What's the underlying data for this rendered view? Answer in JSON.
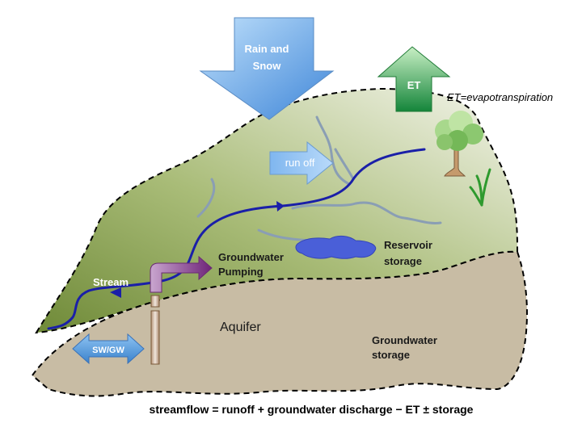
{
  "labels": {
    "rain": [
      "Rain and",
      "Snow"
    ],
    "et": "ET",
    "et_definition": "ET=evapotranspiration",
    "runoff": "run off",
    "reservoir": [
      "Reservoir",
      "storage"
    ],
    "pumping": [
      "Groundwater",
      "Pumping"
    ],
    "stream": "Stream",
    "aquifer": "Aquifer",
    "gw_storage": [
      "Groundwater",
      "storage"
    ],
    "swgw": "SW/GW",
    "equation": "streamflow = runoff + groundwater discharge − ET ± storage"
  },
  "colors": {
    "land_dark": "#7f9a46",
    "land_light": "#f2f4e8",
    "aquifer": "#c8bca4",
    "stream": "#1a1fa8",
    "tributary": "#8a9eb4",
    "reservoir": "#4a5fd8",
    "rain_arrow": "#6faee9",
    "et_arrow": "#1f9a3c",
    "pump_pipe": "#a87cae",
    "pump_arrow": "#7c2a86"
  }
}
